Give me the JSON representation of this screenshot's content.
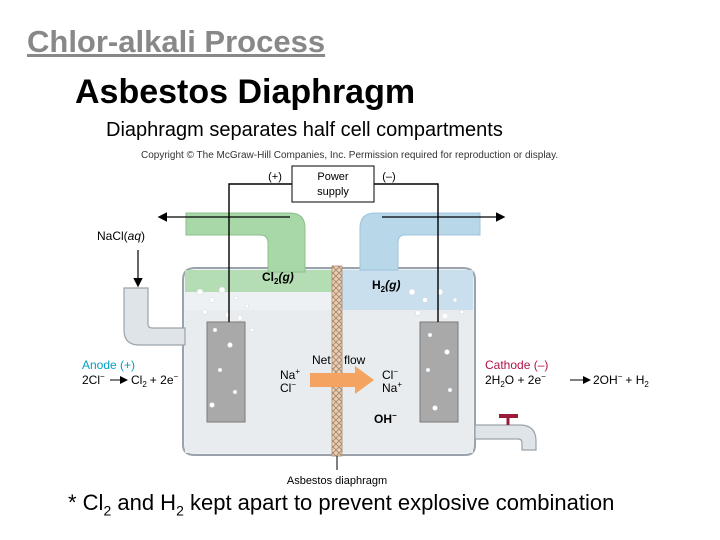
{
  "slide": {
    "title": "Chlor-alkali Process",
    "subtitle": "Asbestos Diaphragm",
    "description": "Diaphragm separates half cell compartments",
    "copyright": "Copyright © The McGraw-Hill Companies, Inc. Permission required for reproduction or display.",
    "footnote": {
      "prefix": "* Cl",
      "sub1": "2",
      "middle": " and H",
      "sub2": "2",
      "suffix": " kept apart to prevent explosive combination"
    }
  },
  "diagram": {
    "power_plus": "(+)",
    "power_minus": "(–)",
    "power_line1": "Power",
    "power_line2": "supply",
    "nacl_main": "NaCl(",
    "nacl_italic": "aq",
    "nacl_close": ")",
    "cl2_main": "Cl",
    "cl2_sub": "2",
    "cl2_state": "(g)",
    "h2_main": "H",
    "h2_sub": "2",
    "h2_state": "(g)",
    "anode_label": "Anode (+)",
    "anode_eq": "2Cl",
    "anode_minus": "−",
    "anode_prod": "Cl",
    "anode_prod_sub": "2",
    "anode_tail": "+ 2e",
    "anode_tail_sup": "−",
    "cathode_label": "Cathode (–)",
    "cathode_eq1": "2H",
    "cathode_eq1_sub": "2",
    "cathode_eq2": "O + 2e",
    "cathode_eq2_sup": "−",
    "cathode_prod": "2OH",
    "cathode_prod_sup": "−",
    "cathode_prod_tail": "+ H",
    "cathode_prod_sub": "2",
    "left_na": "Na",
    "left_na_sup": "+",
    "left_cl": "Cl",
    "left_cl_sup": "−",
    "net_word": "Net",
    "flow_word": "flow",
    "right_cl": "Cl",
    "right_cl_sup": "−",
    "right_na": "Na",
    "right_na_sup": "+",
    "oh": "OH",
    "oh_sup": "−",
    "asbestos": "Asbestos diaphragm"
  },
  "colors": {
    "title_gray": "#888888",
    "anode_blue": "#00a0c6",
    "cathode_magenta": "#b0124a",
    "chlorine_green": "#a8d8a8",
    "hydrogen_blue": "#b8d8ea",
    "flow_orange": "#f4a460",
    "electrode_gray": "#a9a9a9",
    "diaphragm_tan": "#d4b89a"
  }
}
